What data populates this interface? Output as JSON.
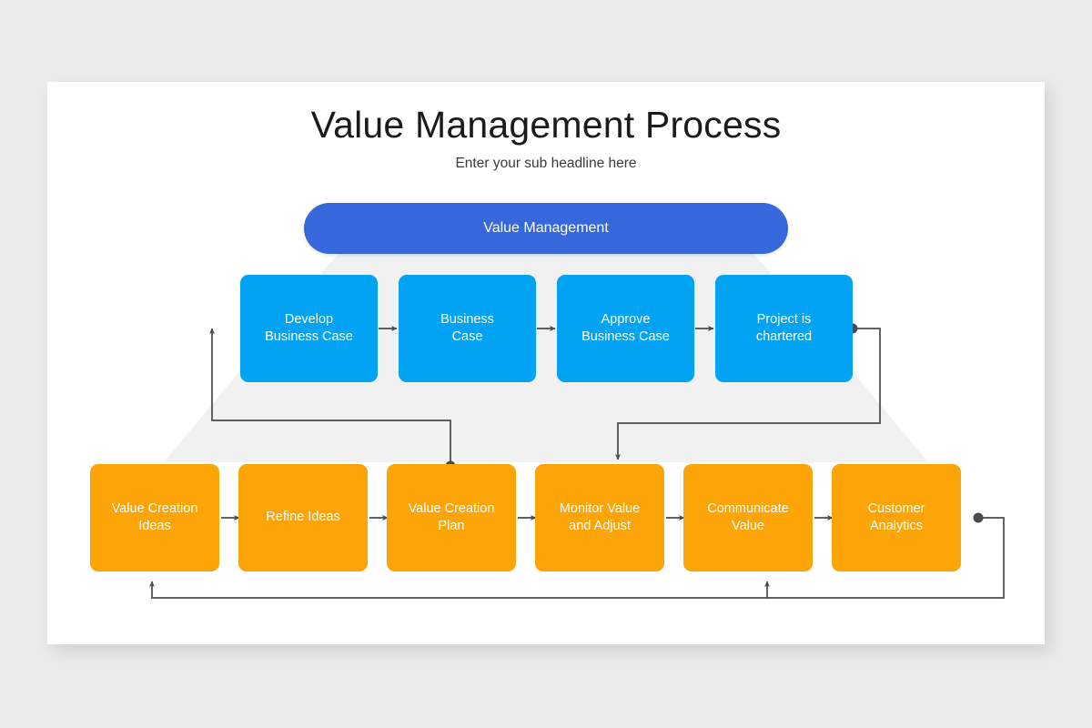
{
  "slide": {
    "title": "Value Management Process",
    "subtitle": "Enter your sub headline here",
    "banner_label": "Value Management"
  },
  "colors": {
    "page_background": "#eaeaea",
    "slide_background": "#ffffff",
    "banner_blue": "#3668dc",
    "stage_blue": "#03a3f4",
    "stage_orange": "#fca408",
    "funnel_gray": "#f1f1f1",
    "connector_gray": "#4a4a4a",
    "node_text": "#ffffff",
    "title_text": "#1b1b1b"
  },
  "diagram_data": {
    "type": "process-flow",
    "title": "Value Management Process",
    "rows": [
      {
        "id": "top-row",
        "color": "#03a3f4",
        "nodes": [
          {
            "id": "develop-business-case",
            "label": "Develop\nBusiness Case"
          },
          {
            "id": "business-case",
            "label": "Business\nCase"
          },
          {
            "id": "approve-business-case",
            "label": "Approve\nBusiness Case"
          },
          {
            "id": "project-is-chartered",
            "label": "Project is\nchartered"
          }
        ]
      },
      {
        "id": "bottom-row",
        "color": "#fca408",
        "nodes": [
          {
            "id": "value-creation-ideas",
            "label": "Value Creation\nIdeas"
          },
          {
            "id": "refine-ideas",
            "label": "Refine Ideas"
          },
          {
            "id": "value-creation-plan",
            "label": "Value Creation\nPlan"
          },
          {
            "id": "monitor-value-and-adjust",
            "label": "Monitor Value\nand Adjust"
          },
          {
            "id": "communicate-value",
            "label": "Communicate\nValue"
          },
          {
            "id": "customer-analytics",
            "label": "Customer\nAnalytics"
          }
        ]
      }
    ],
    "connections": [
      {
        "from": "develop-business-case",
        "to": "business-case",
        "style": "arrow-right"
      },
      {
        "from": "business-case",
        "to": "approve-business-case",
        "style": "arrow-right"
      },
      {
        "from": "approve-business-case",
        "to": "project-is-chartered",
        "style": "arrow-right"
      },
      {
        "from": "value-creation-ideas",
        "to": "refine-ideas",
        "style": "arrow-right"
      },
      {
        "from": "refine-ideas",
        "to": "value-creation-plan",
        "style": "arrow-right"
      },
      {
        "from": "value-creation-plan",
        "to": "monitor-value-and-adjust",
        "style": "arrow-right"
      },
      {
        "from": "monitor-value-and-adjust",
        "to": "communicate-value",
        "style": "arrow-right"
      },
      {
        "from": "communicate-value",
        "to": "customer-analytics",
        "style": "arrow-right"
      },
      {
        "from": "value-creation-plan",
        "to": "develop-business-case",
        "style": "elbow-dot-to-arrow"
      },
      {
        "from": "project-is-chartered",
        "to": "monitor-value-and-adjust",
        "style": "elbow-dot-to-arrow"
      },
      {
        "from": "customer-analytics",
        "to": "value-creation-ideas",
        "style": "feedback-loop-dot-to-arrow"
      },
      {
        "from": "customer-analytics",
        "to": "communicate-value",
        "style": "feedback-loop-branch-arrow"
      }
    ]
  }
}
